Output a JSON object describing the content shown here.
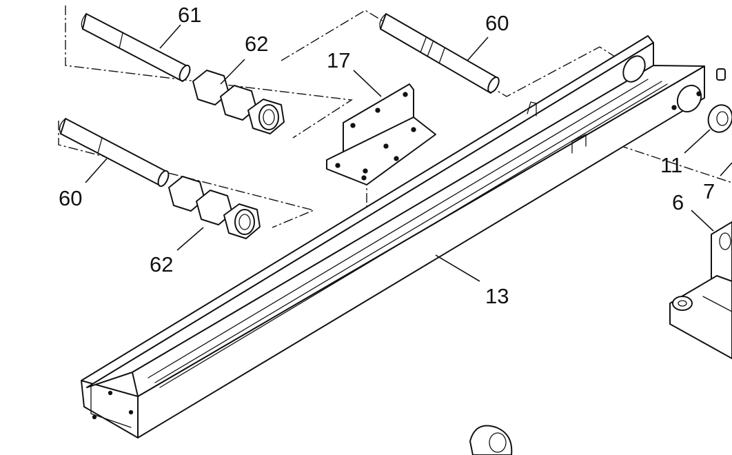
{
  "callouts": {
    "c61": "61",
    "c62_top": "62",
    "c60_top": "60",
    "c17": "17",
    "c60_left": "60",
    "c62_bottom": "62",
    "c13": "13",
    "c11": "11",
    "c7": "7",
    "c6": "6"
  },
  "colors": {
    "ink": "#111111",
    "paper": "#ffffff"
  }
}
